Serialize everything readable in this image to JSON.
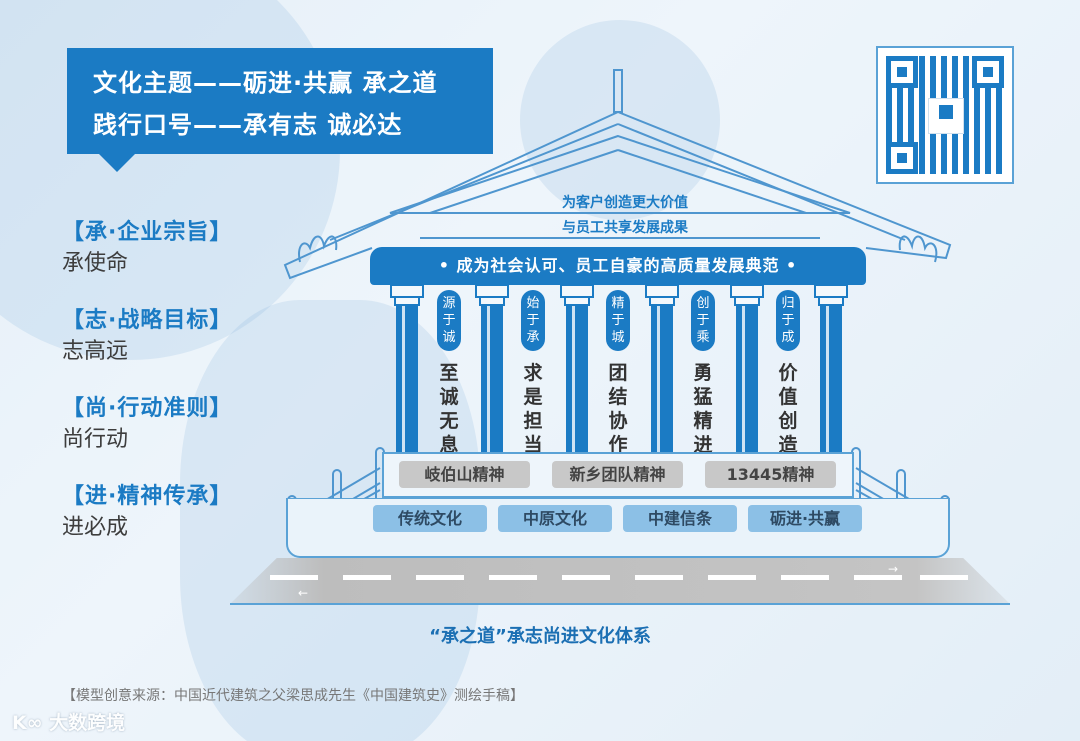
{
  "header": {
    "line1": "文化主题——砺进·共赢 承之道",
    "line2": "践行口号——承有志  诚必达"
  },
  "side_items": [
    {
      "title": "【承·企业宗旨】",
      "value": "承使命"
    },
    {
      "title": "【志·战略目标】",
      "value": "志高远"
    },
    {
      "title": "【尚·行动准则】",
      "value": "尚行动"
    },
    {
      "title": "【进·精神传承】",
      "value": "进必成"
    }
  ],
  "qr_code": {
    "icon": "qr-code-icon"
  },
  "roof": {
    "line1": "为客户创造更大价值",
    "line2": "与员工共享发展成果"
  },
  "banner": {
    "text": "•  成为社会认可、员工自豪的高质量发展典范  •"
  },
  "virtues": [
    {
      "pill": "源于诚",
      "text": "至诚无息"
    },
    {
      "pill": "始于承",
      "text": "求是担当"
    },
    {
      "pill": "精于城",
      "text": "团结协作"
    },
    {
      "pill": "创于乘",
      "text": "勇猛精进"
    },
    {
      "pill": "归于成",
      "text": "价值创造"
    }
  ],
  "spirit_tags": [
    "岐伯山精神",
    "新乡团队精神",
    "13445精神"
  ],
  "base_tags": [
    "传统文化",
    "中原文化",
    "中建信条",
    "砺进·共赢"
  ],
  "caption": "“承之道”承志尚进文化体系",
  "source_note": "【模型创意来源：中国近代建筑之父梁思成先生《中国建筑史》测绘手稿】",
  "watermark": "大数跨境",
  "colors": {
    "primary": "#1b7bc4",
    "gray_tag": "#c8c8c8",
    "blue_tag": "#8cc0e6",
    "background": "#e6f0f8"
  }
}
